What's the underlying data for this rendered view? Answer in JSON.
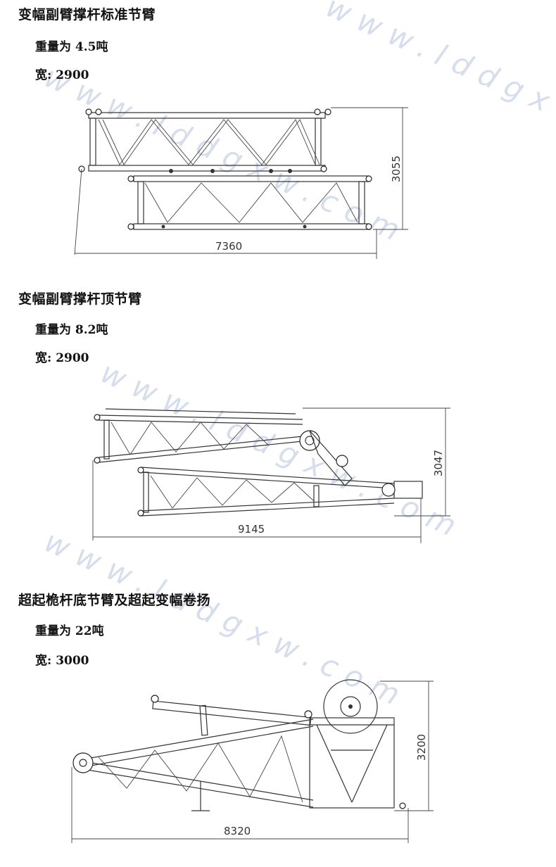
{
  "sections": [
    {
      "title": "变幅副臂撑杆标准节臂",
      "weight": "重量为 4.5吨",
      "width": "宽: 2900",
      "dims": {
        "length": "7360",
        "height": "3055"
      }
    },
    {
      "title": "变幅副臂撑杆顶节臂",
      "weight": "重量为 8.2吨",
      "width": "宽: 2900",
      "dims": {
        "length": "9145",
        "height": "3047"
      }
    },
    {
      "title": "超起桅杆底节臂及超起变幅卷扬",
      "weight": "重量为 22吨",
      "width": "宽: 3000",
      "dims": {
        "length": "8320",
        "height": "3200"
      }
    }
  ],
  "watermark": "www.lddgxw.com"
}
